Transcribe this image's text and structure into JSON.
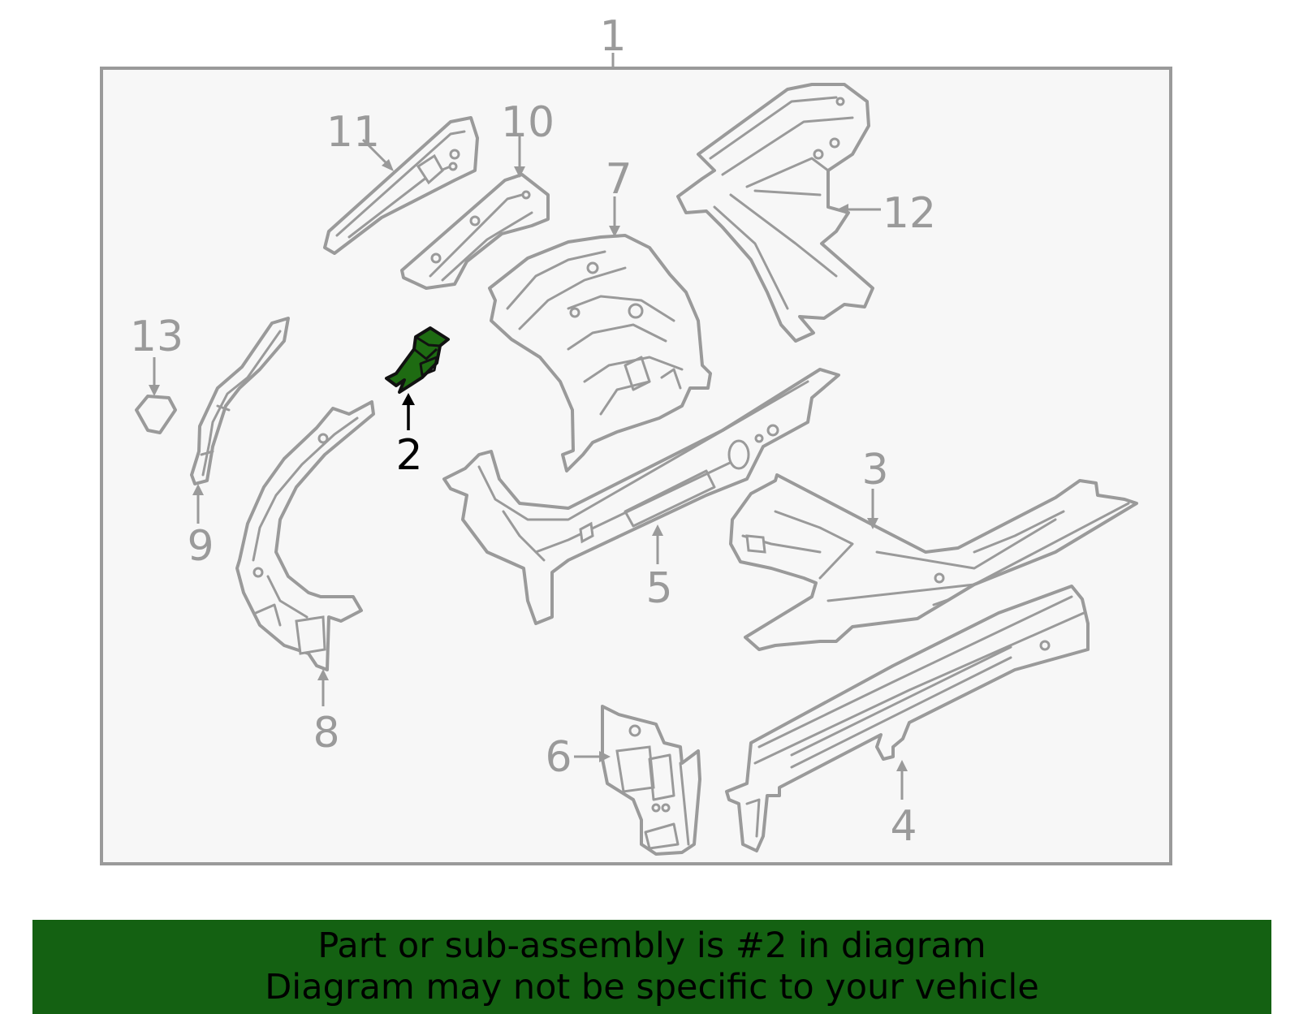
{
  "diagram": {
    "highlighted_part": "2",
    "highlight_color": "#1e6b12",
    "callouts": {
      "c1": "1",
      "c2": "2",
      "c3": "3",
      "c4": "4",
      "c5": "5",
      "c6": "6",
      "c7": "7",
      "c8": "8",
      "c9": "9",
      "c10": "10",
      "c11": "11",
      "c12": "12",
      "c13": "13"
    }
  },
  "banner": {
    "line1": "Part or sub-assembly is #2 in diagram",
    "line2": "Diagram may not be specific to your vehicle",
    "background": "#146112"
  }
}
